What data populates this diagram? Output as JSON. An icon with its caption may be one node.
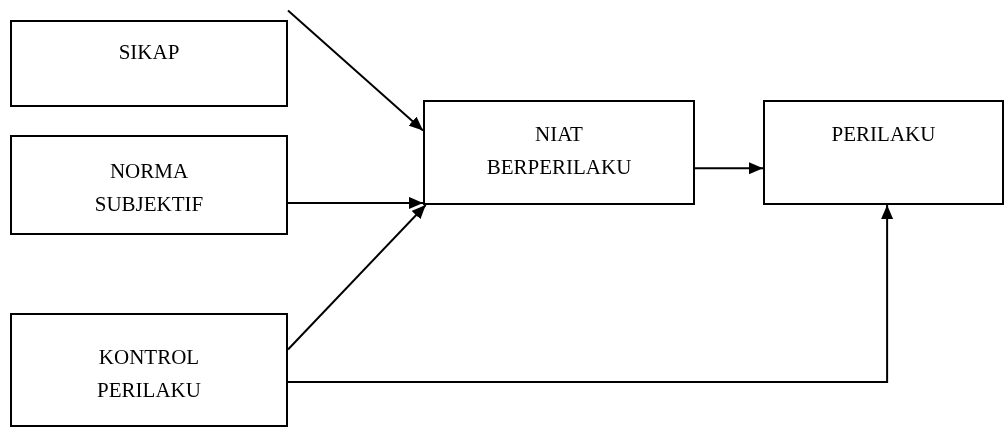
{
  "diagram": {
    "nodes": [
      {
        "text": [
          "SIKAP"
        ]
      },
      {
        "text": [
          "NORMA SUBJEKTIF"
        ]
      },
      {
        "text": [
          "KONTROL PERILAKU"
        ]
      },
      {
        "text": [
          "NIAT BERPERILAKU"
        ]
      },
      {
        "text": [
          "PERILAKU"
        ]
      }
    ],
    "edges": [
      {
        "from": 0,
        "to": 3,
        "arrow": "to"
      },
      {
        "from": 1,
        "to": 3,
        "arrow": "to"
      },
      {
        "from": 2,
        "to": 3,
        "arrow": "to"
      },
      {
        "from": 3,
        "to": 4,
        "arrow": "to"
      },
      {
        "from": 2,
        "to": 4,
        "arrow": "to"
      }
    ]
  }
}
